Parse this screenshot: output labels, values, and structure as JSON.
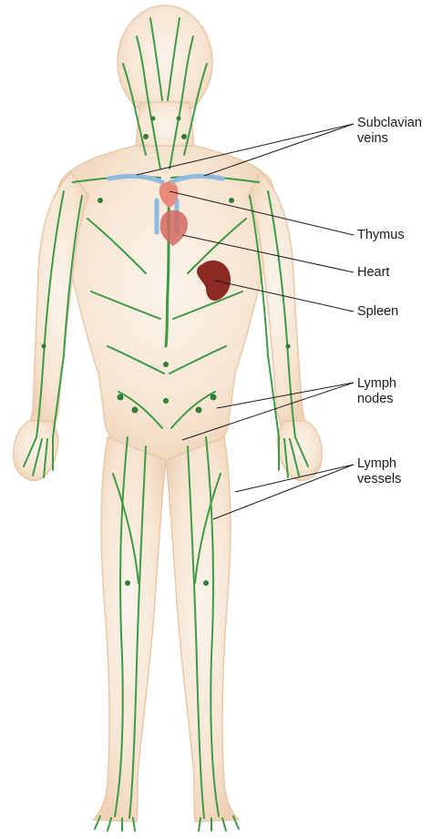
{
  "labels": {
    "subclavian_line1": "Subclavian",
    "subclavian_line2": "veins",
    "thymus": "Thymus",
    "heart": "Heart",
    "spleen": "Spleen",
    "lymph_nodes_line1": "Lymph",
    "lymph_nodes_line2": "nodes",
    "lymph_vessels_line1": "Lymph",
    "lymph_vessels_line2": "vessels"
  },
  "colors": {
    "body_fill": "#f3dcc4",
    "body_inner": "#fbf3ea",
    "lymph_vessel": "#3f9a45",
    "lymph_node": "#2f7d36",
    "subclavian_vein": "#8fb9de",
    "thymus": "#e98a7a",
    "heart": "#d26a60",
    "spleen": "#8a2a22",
    "leader_line": "#1a1a1a"
  }
}
